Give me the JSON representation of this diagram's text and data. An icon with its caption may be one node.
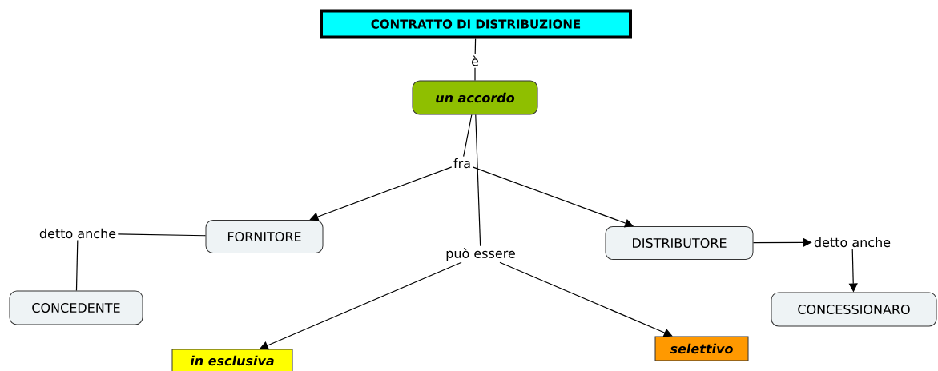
{
  "diagram": {
    "nodes": [
      {
        "text": [
          "CONTRATTO DI DISTRIBUZIONE"
        ]
      },
      {
        "text": [
          "è"
        ]
      },
      {
        "text": [
          "un accordo"
        ]
      },
      {
        "text": [
          "fra"
        ]
      },
      {
        "text": [
          "detto anche"
        ]
      },
      {
        "text": [
          "FORNITORE"
        ]
      },
      {
        "text": [
          "DISTRIBUTORE"
        ]
      },
      {
        "text": [
          "detto anche"
        ]
      },
      {
        "text": [
          "può essere"
        ]
      },
      {
        "text": [
          "CONCEDENTE"
        ]
      },
      {
        "text": [
          "CONCESSIONARO"
        ]
      },
      {
        "text": [
          "in esclusiva"
        ]
      },
      {
        "text": [
          "selettivo"
        ]
      }
    ],
    "edges": [
      {
        "from": 0,
        "to": 1,
        "arrow": "none"
      },
      {
        "from": 1,
        "to": 2,
        "arrow": "none"
      },
      {
        "from": 2,
        "to": 3,
        "arrow": "none"
      },
      {
        "from": 3,
        "to": 5,
        "arrow": "to"
      },
      {
        "from": 3,
        "to": 6,
        "arrow": "to"
      },
      {
        "from": 5,
        "to": 4,
        "arrow": "none"
      },
      {
        "from": 4,
        "to": 9,
        "arrow": "none"
      },
      {
        "from": 6,
        "to": 7,
        "arrow": "to"
      },
      {
        "from": 7,
        "to": 10,
        "arrow": "to"
      },
      {
        "from": 2,
        "to": 8,
        "arrow": "none"
      },
      {
        "from": 8,
        "to": 11,
        "arrow": "to"
      },
      {
        "from": 8,
        "to": 12,
        "arrow": "to"
      }
    ]
  }
}
